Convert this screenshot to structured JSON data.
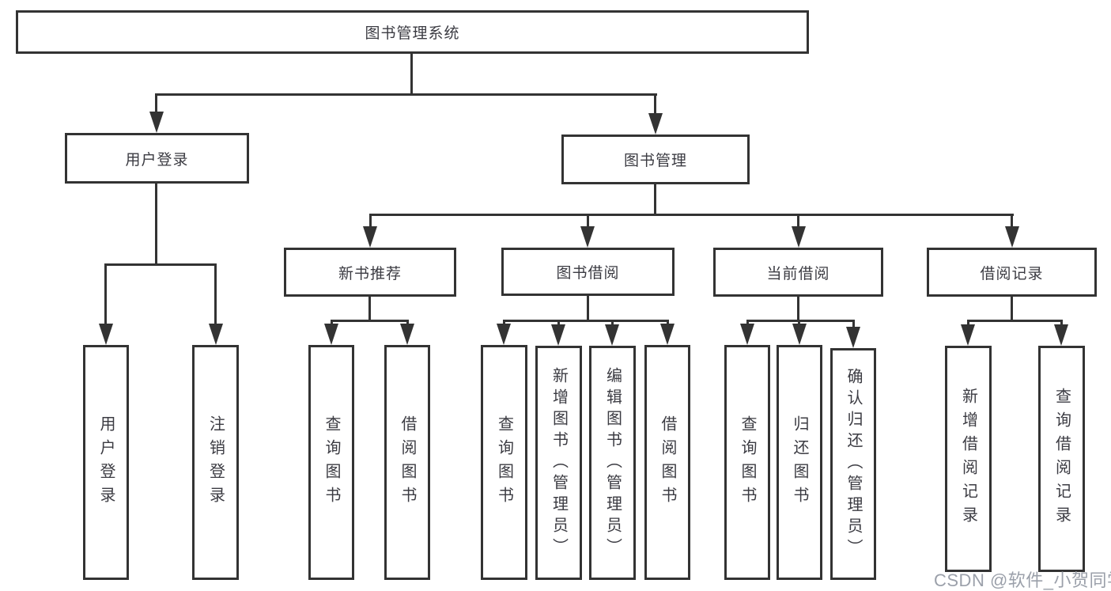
{
  "diagram": {
    "type": "hierarchy-tree",
    "colors": {
      "line": "#333333",
      "text": "#3b3b42",
      "watermark": "#9ba0aa",
      "background": "#ffffff"
    },
    "root": {
      "label": "图书管理系统"
    },
    "level2": {
      "user_login": {
        "label": "用户登录"
      },
      "book_management": {
        "label": "图书管理"
      }
    },
    "level3": {
      "new_book_recommend": {
        "label": "新书推荐"
      },
      "book_borrowing": {
        "label": "图书借阅"
      },
      "current_borrowing": {
        "label": "当前借阅"
      },
      "borrowing_records": {
        "label": "借阅记录"
      }
    },
    "leaves": {
      "user_login": {
        "label": "用户登录"
      },
      "logout": {
        "label": "注销登录"
      },
      "nb_query_books": {
        "label": "查询图书"
      },
      "nb_borrow_books": {
        "label": "借阅图书"
      },
      "bb_query_books": {
        "label": "查询图书"
      },
      "bb_add_books": {
        "label": "新增图书（管理员）"
      },
      "bb_edit_books": {
        "label": "编辑图书（管理员）"
      },
      "bb_borrow_books": {
        "label": "借阅图书"
      },
      "cb_query_books": {
        "label": "查询图书"
      },
      "cb_return_books": {
        "label": "归还图书"
      },
      "cb_confirm_return": {
        "label": "确认归还（管理员）"
      },
      "br_add_record": {
        "label": "新增借阅记录"
      },
      "br_query_record": {
        "label": "查询借阅记录"
      }
    },
    "watermark": "CSDN @软件_小贺同学"
  }
}
